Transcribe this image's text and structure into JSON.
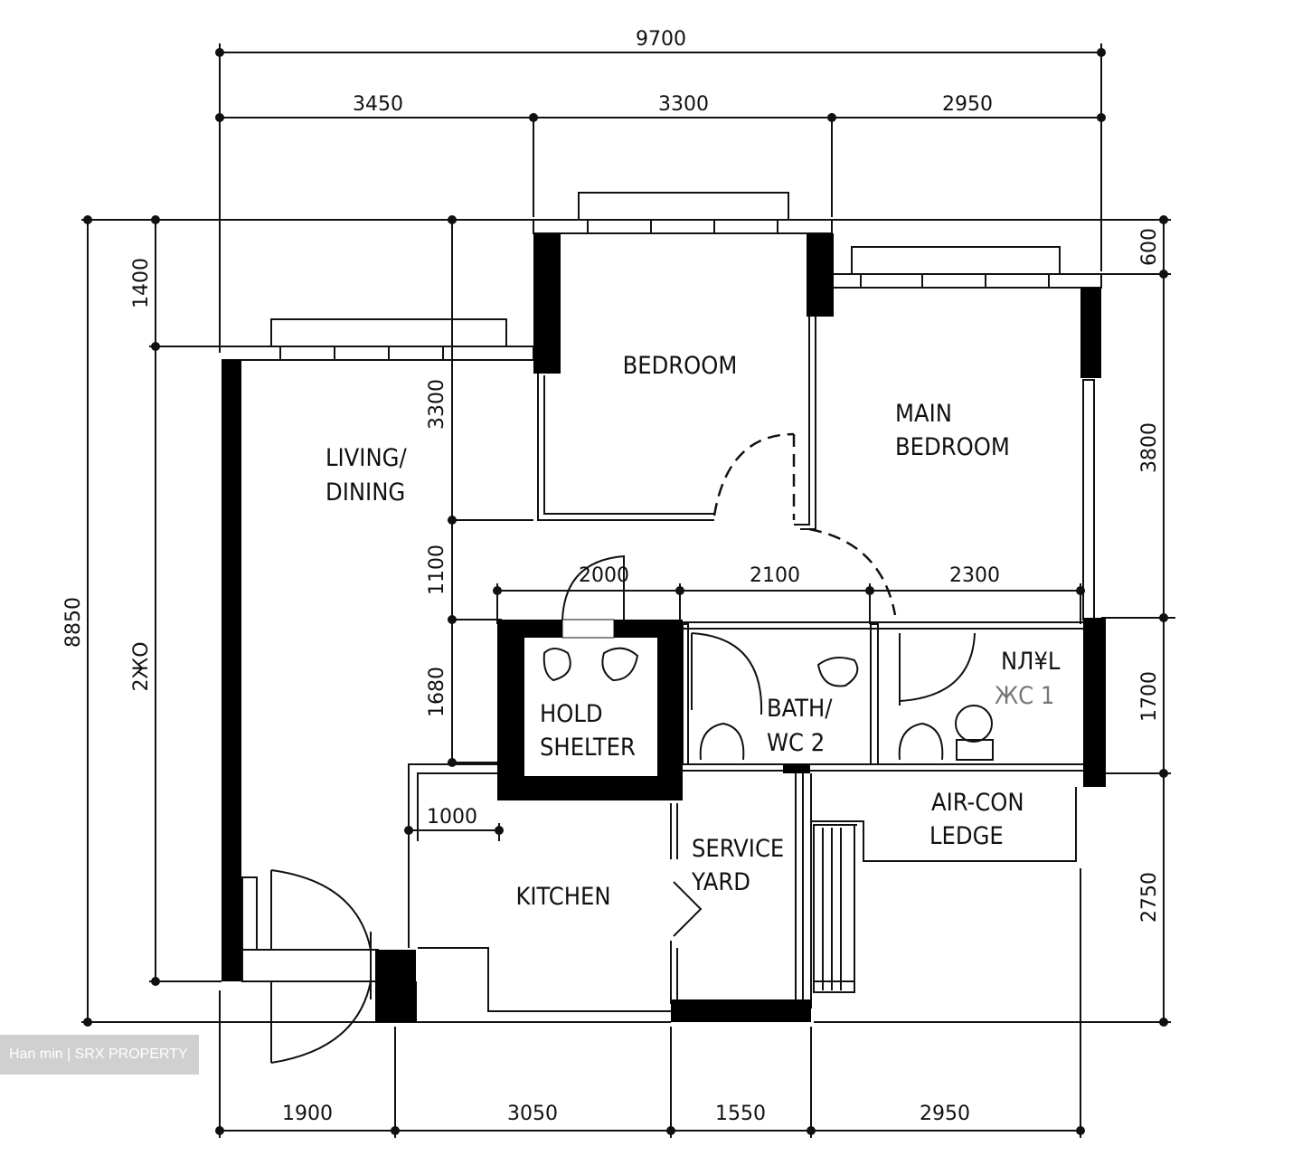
{
  "dimensions": {
    "overall_width": "9700",
    "top_segments": [
      "3450",
      "3300",
      "2950"
    ],
    "bottom_segments": [
      "1900",
      "3050",
      "1550",
      "2950"
    ],
    "overall_depth": "8850",
    "left_1400": "1400",
    "left_2xx0": "2ЖО",
    "inner_3300": "3300",
    "inner_1100": "1100",
    "inner_1680": "1680",
    "right_600": "600",
    "right_3800": "3800",
    "right_1700": "1700",
    "right_2750": "2750",
    "mid_segments": [
      "2000",
      "2100",
      "2300"
    ],
    "kitchen_1000": "1000"
  },
  "rooms": {
    "bedroom": "BEDROOM",
    "main_bedroom_line1": "MAIN",
    "main_bedroom_line2": "BEDROOM",
    "living_line1": "LIVING/",
    "living_line2": "DINING",
    "household_line1": "HOLD",
    "household_line2": "SHELTER",
    "bath2_line1": "BATH/",
    "bath2_line2": "WC 2",
    "bath1_line1": "NЛ¥L",
    "bath1_line2": "ЖС 1",
    "aircon_line1": "AIR-CON",
    "aircon_line2": "LEDGE",
    "service_line1": "SERVICE",
    "service_line2": "YARD",
    "kitchen": "KITCHEN"
  },
  "watermark": "Han min | SRX PROPERTY"
}
